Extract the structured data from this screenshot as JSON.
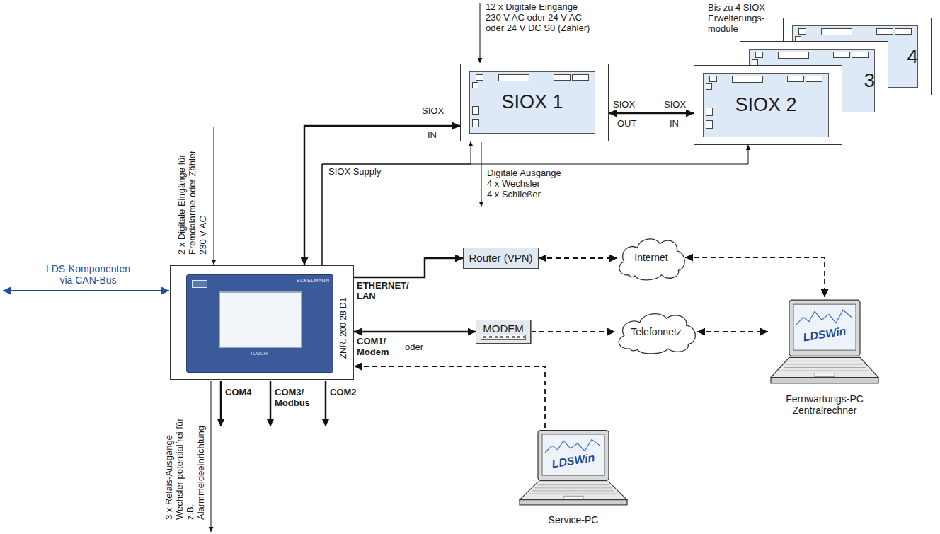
{
  "diagram": {
    "nodes": [
      {
        "text": [
          "SIOX 1"
        ]
      },
      {
        "text": [
          "SIOX 2"
        ]
      },
      {
        "text": [
          "3"
        ]
      },
      {
        "text": [
          "4"
        ]
      },
      {
        "text": [
          "ECKELMANN",
          "TOUCH",
          "ZNR. 200 28 D1"
        ]
      },
      {
        "text": [
          "Router (VPN)"
        ]
      },
      {
        "text": [
          "Internet"
        ]
      },
      {
        "text": [
          "MODEM"
        ]
      },
      {
        "text": [
          "Telefonnetz"
        ]
      },
      {
        "text": [
          "LDSWin",
          "Fernwartungs-PC Zentralrechner"
        ]
      },
      {
        "text": [
          "LDSWin",
          "Service-PC"
        ]
      }
    ],
    "edges": [
      {
        "from": 4,
        "to": 0,
        "arrow": "both"
      },
      {
        "from": 0,
        "to": 1,
        "arrow": "both"
      },
      {
        "from": 4,
        "to": 0,
        "arrow": "to",
        "label": "SIOX Supply"
      },
      {
        "from": 4,
        "to": 1,
        "arrow": "to"
      },
      {
        "from": 4,
        "to": 5,
        "arrow": "to"
      },
      {
        "from": 5,
        "to": 6,
        "arrow": "both"
      },
      {
        "from": 6,
        "to": 9,
        "arrow": "both"
      },
      {
        "from": 4,
        "to": 7,
        "arrow": "both"
      },
      {
        "from": 7,
        "to": 8,
        "arrow": "to"
      },
      {
        "from": 8,
        "to": 9,
        "arrow": "both"
      },
      {
        "from": 10,
        "to": 4,
        "arrow": "to"
      }
    ],
    "labels": [
      "12 x Digitale Eingänge 230 V AC oder 24 V AC oder 24 V DC S0 (Zähler)",
      "Bis zu 4 SIOX Erweiterungs- module",
      "SIOX",
      "IN",
      "SIOX",
      "OUT",
      "SIOX",
      "IN",
      "Digitale Ausgänge 4 x Wechsler 4 x Schließer",
      "2 x Digitale Eingänge für Fremdalarme oder Zähler 230 V AC",
      "LDS-Komponenten via CAN-Bus",
      "ETHERNET/ LAN",
      "COM1/ Modem",
      "oder",
      "COM4",
      "COM3/ Modbus",
      "COM2",
      "3 x Relais-Ausgänge Wechsler potentialfrei für z.B. Alarmmeldeeinrichtung"
    ]
  }
}
